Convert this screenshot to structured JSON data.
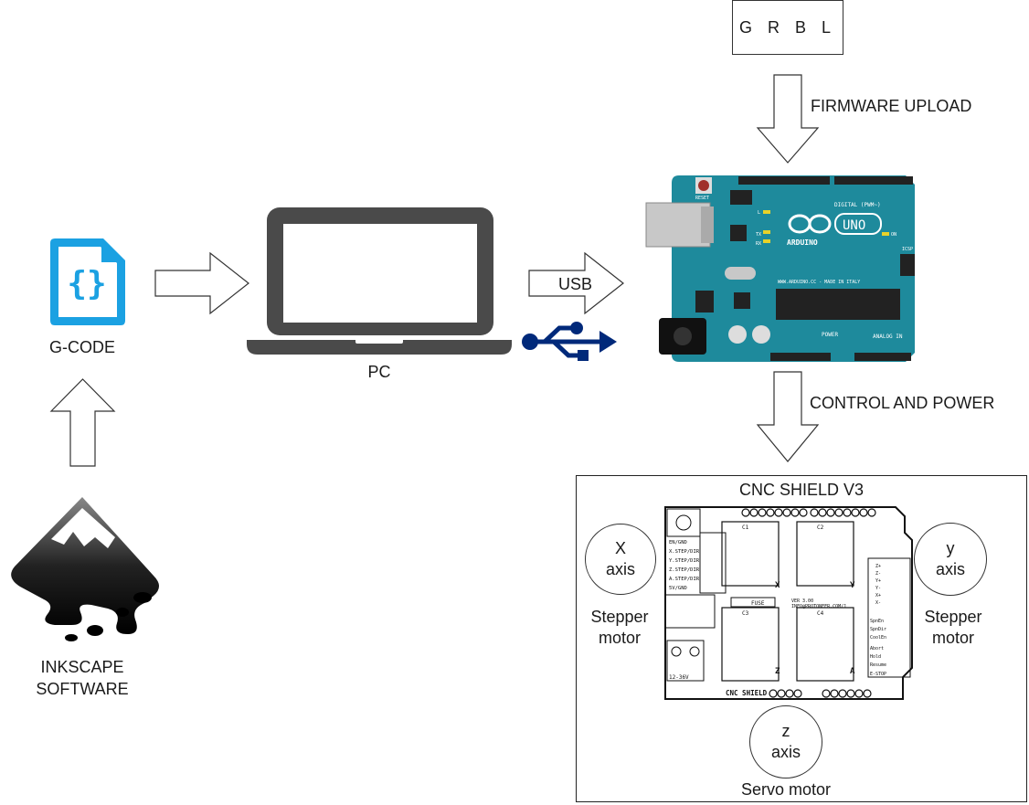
{
  "grbl": {
    "label": "G R B L"
  },
  "arrows": {
    "firmware_label": "FIRMWARE UPLOAD",
    "usb_label": "USB",
    "control_label": "CONTROL AND POWER"
  },
  "gcode": {
    "label": "G-CODE"
  },
  "pc": {
    "label": "PC"
  },
  "inkscape": {
    "line1": "INKSCAPE",
    "line2": "SOFTWARE"
  },
  "cnc": {
    "title": "CNC SHIELD V3",
    "x_axis": {
      "line1": "X",
      "line2": "axis",
      "motor1": "Stepper",
      "motor2": "motor"
    },
    "y_axis": {
      "line1": "y",
      "line2": "axis",
      "motor1": "Stepper",
      "motor2": "motor"
    },
    "z_axis": {
      "line1": "z",
      "line2": "axis",
      "motor": "Servo motor"
    },
    "board": {
      "brand": "CNC SHIELD",
      "url": "INFO@PROTONEER.COM/1",
      "ver": "VER 3.00",
      "fuse": "FUSE",
      "voltage": "12-36V",
      "left_labels": [
        "EN/GND",
        "X.STEP/DIR",
        "Y.STEP/DIR",
        "Z.STEP/DIR",
        "A.STEP/DIR",
        "5V/GND"
      ],
      "right_labels": [
        "Z+",
        "Z-",
        "Y+",
        "Y-",
        "X+",
        "X-",
        "SpnEn",
        "SpnDir",
        "CoolEn",
        "Abort",
        "Hold",
        "Resume",
        "E-STOP"
      ],
      "driver_labels": [
        "X",
        "Y",
        "Z",
        "A"
      ],
      "cap_labels": [
        "C1",
        "C2",
        "C3",
        "C4"
      ]
    }
  },
  "arduino": {
    "brand": "ARDUINO",
    "model": "UNO",
    "digital": "DIGITAL (PWM~)",
    "analog": "ANALOG IN",
    "power": "POWER",
    "url": "WWW.ARDUINO.CC - MADE IN ITALY",
    "reset": "RESET",
    "icsp": "ICSP",
    "on": "ON",
    "tx": "TX",
    "rx": "RX",
    "l": "L"
  },
  "colors": {
    "board": "#1e8a9c",
    "usb": "#00297a",
    "gcode": "#1ba1e2",
    "inkscape": "#000000"
  }
}
